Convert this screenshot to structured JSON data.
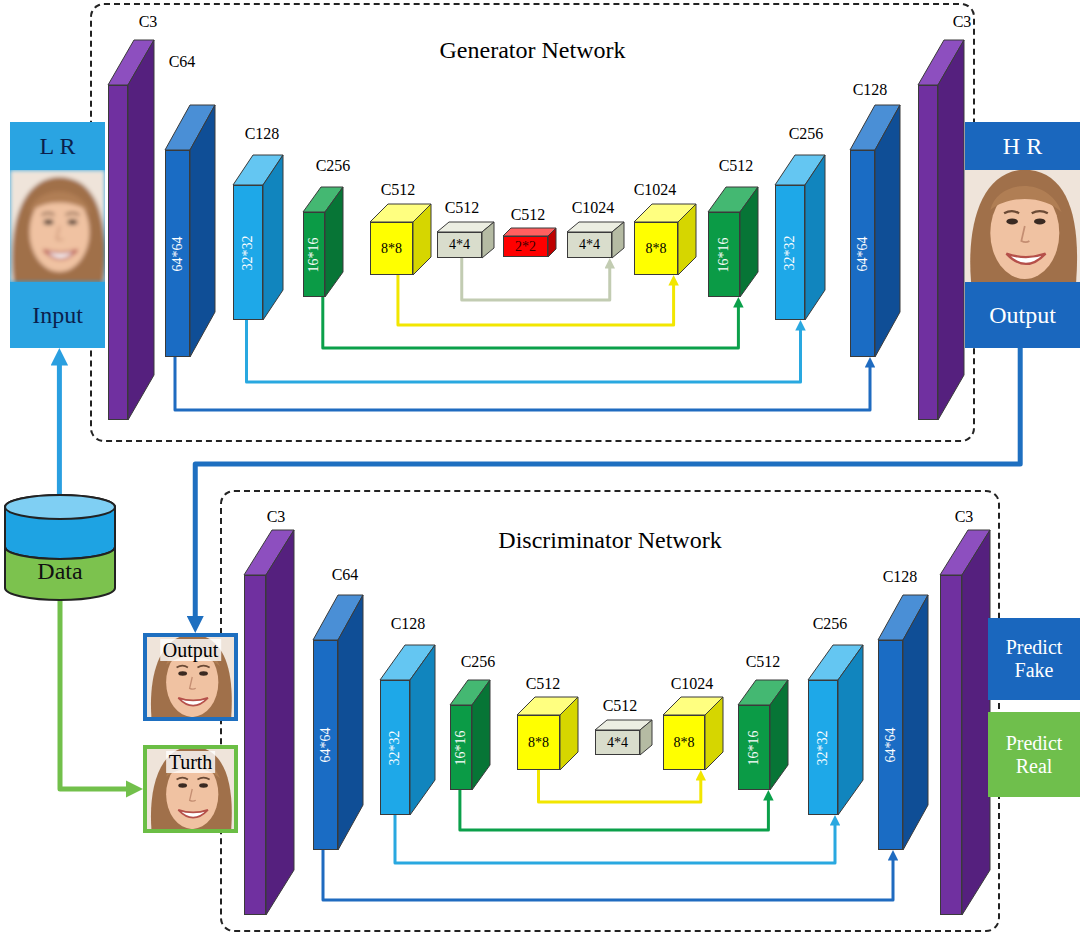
{
  "diagram": {
    "nodes": [
      {
        "text": [
          "L R",
          "Input"
        ]
      },
      {
        "text": [
          "Generator Network"
        ]
      },
      {
        "text": [
          "C3"
        ],
        "in": 1
      },
      {
        "text": [
          "C64",
          "64*64"
        ],
        "in": 1
      },
      {
        "text": [
          "C128",
          "32*32"
        ],
        "in": 1
      },
      {
        "text": [
          "C256",
          "16*16"
        ],
        "in": 1
      },
      {
        "text": [
          "C512",
          "8*8"
        ],
        "in": 1
      },
      {
        "text": [
          "C512",
          "4*4"
        ],
        "in": 1
      },
      {
        "text": [
          "C512",
          "2*2"
        ],
        "in": 1
      },
      {
        "text": [
          "C1024",
          "4*4"
        ],
        "in": 1
      },
      {
        "text": [
          "C1024",
          "8*8"
        ],
        "in": 1
      },
      {
        "text": [
          "C512",
          "16*16"
        ],
        "in": 1
      },
      {
        "text": [
          "C256",
          "32*32"
        ],
        "in": 1
      },
      {
        "text": [
          "C128",
          "64*64"
        ],
        "in": 1
      },
      {
        "text": [
          "C3"
        ],
        "in": 1
      },
      {
        "text": [
          "H R",
          "Output"
        ]
      },
      {
        "text": [
          "Data"
        ]
      },
      {
        "text": [
          "Discriminator Network"
        ]
      },
      {
        "text": [
          "Output"
        ]
      },
      {
        "text": [
          "Turth"
        ]
      },
      {
        "text": [
          "C3"
        ],
        "in": 17
      },
      {
        "text": [
          "C64",
          "64*64"
        ],
        "in": 17
      },
      {
        "text": [
          "C128",
          "32*32"
        ],
        "in": 17
      },
      {
        "text": [
          "C256",
          "16*16"
        ],
        "in": 17
      },
      {
        "text": [
          "C512",
          "8*8"
        ],
        "in": 17
      },
      {
        "text": [
          "C512",
          "4*4"
        ],
        "in": 17
      },
      {
        "text": [
          "C1024",
          "8*8"
        ],
        "in": 17
      },
      {
        "text": [
          "C512",
          "16*16"
        ],
        "in": 17
      },
      {
        "text": [
          "C256",
          "32*32"
        ],
        "in": 17
      },
      {
        "text": [
          "C128",
          "64*64"
        ],
        "in": 17
      },
      {
        "text": [
          "C3"
        ],
        "in": 17
      },
      {
        "text": [
          "Predict Fake"
        ]
      },
      {
        "text": [
          "Predict Real"
        ]
      }
    ],
    "edges": [
      {
        "from": 3,
        "to": 13,
        "arrow": "to"
      },
      {
        "from": 4,
        "to": 12,
        "arrow": "to"
      },
      {
        "from": 5,
        "to": 11,
        "arrow": "to"
      },
      {
        "from": 6,
        "to": 10,
        "arrow": "to"
      },
      {
        "from": 7,
        "to": 9,
        "arrow": "to"
      },
      {
        "from": 16,
        "to": 0,
        "arrow": "to"
      },
      {
        "from": 15,
        "to": 18,
        "arrow": "to"
      },
      {
        "from": 16,
        "to": 19,
        "arrow": "to"
      },
      {
        "from": 24,
        "to": 26,
        "arrow": "to"
      },
      {
        "from": 23,
        "to": 27,
        "arrow": "to"
      },
      {
        "from": 22,
        "to": 28,
        "arrow": "to"
      },
      {
        "from": 21,
        "to": 29,
        "arrow": "to"
      }
    ]
  }
}
